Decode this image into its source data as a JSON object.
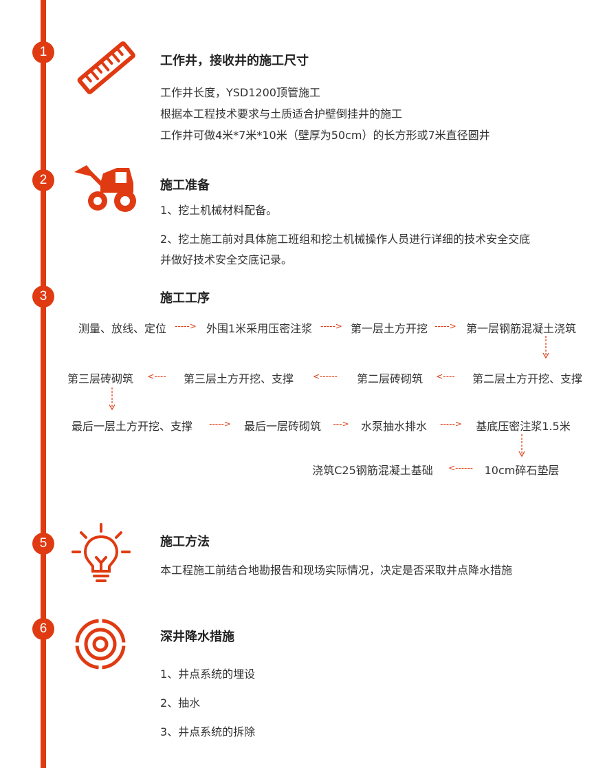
{
  "accent_color": "#e03a12",
  "sections": [
    {
      "number": "1",
      "icon": "ruler-icon",
      "title": "工作井，接收井的施工尺寸",
      "lines": [
        "工作井长度，YSD1200顶管施工",
        "根据本工程技术要求与土质适合护壁倒挂井的施工",
        "工作井可做4米*7米*10米（壁厚为50cm）的长方形或7米直径圆井"
      ]
    },
    {
      "number": "2",
      "icon": "loader-tractor-icon",
      "title": "施工准备",
      "lines": [
        "1、挖土机械材料配备。",
        "2、挖土施工前对具体施工班组和挖土机械操作人员进行详细的技术安全交底",
        "并做好技术安全交底记录。"
      ]
    },
    {
      "number": "3",
      "title": "施工工序"
    },
    {
      "number": "5",
      "icon": "lightbulb-icon",
      "title": "施工方法",
      "lines": [
        "本工程施工前结合地勘报告和现场实际情况，决定是否采取井点降水措施"
      ]
    },
    {
      "number": "6",
      "icon": "target-icon",
      "title": "深井降水措施",
      "lines": [
        "1、井点系统的埋设",
        "2、抽水",
        "3、井点系统的拆除"
      ]
    }
  ],
  "flow": {
    "row1": [
      "测量、放线、定位",
      "外围1米采用压密注浆",
      "第一层土方开挖",
      "第一层钢筋混凝土浇筑"
    ],
    "row2": [
      "第三层砖砌筑",
      "第三层土方开挖、支撑",
      "第二层砖砌筑",
      "第二层土方开挖、支撑"
    ],
    "row3": [
      "最后一层土方开挖、支撑",
      "最后一层砖砌筑",
      "水泵抽水排水",
      "基底压密注浆1.5米"
    ],
    "row4": [
      "浇筑C25钢筋混凝土基础",
      "10cm碎石垫层"
    ],
    "arrow_right": "----->",
    "arrow_right_short": "--->",
    "arrow_left": "<----",
    "arrow_left_long": "<------"
  }
}
